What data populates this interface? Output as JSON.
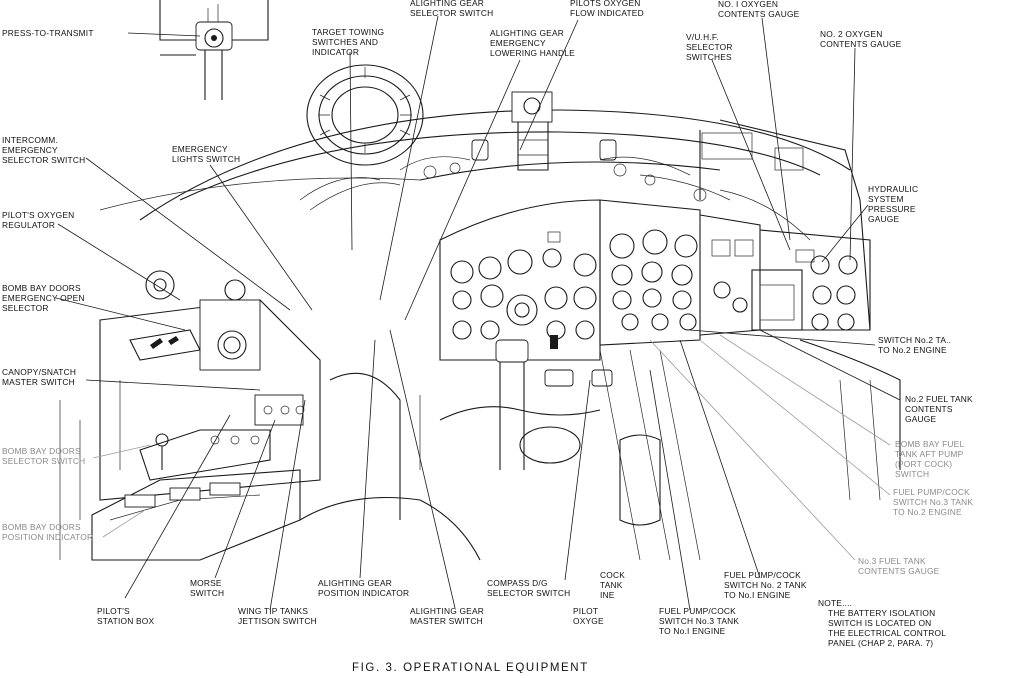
{
  "figure": {
    "caption": "FIG. 3. OPERATIONAL EQUIPMENT"
  },
  "labels": {
    "press_to_transmit": "PRESS-TO-TRANSMIT",
    "target_towing": [
      "TARGET TOWING",
      "SWITCHES AND",
      "INDICATOR"
    ],
    "alighting_gear_selector": [
      "ALIGHTING GEAR",
      "SELECTOR SWITCH"
    ],
    "alighting_gear_emergency": [
      "ALIGHTING GEAR",
      "EMERGENCY",
      "LOWERING HANDLE"
    ],
    "pilots_oxygen_flow": [
      "PILOTS OXYGEN",
      "FLOW INDICATED"
    ],
    "vuhf_selector": [
      "V/U.H.F.",
      "SELECTOR",
      "SWITCHES"
    ],
    "no1_oxygen": [
      "NO. I OXYGEN",
      "CONTENTS GAUGE"
    ],
    "no2_oxygen": [
      "NO. 2 OXYGEN",
      "CONTENTS GAUGE"
    ],
    "intercomm": [
      "INTERCOMM.",
      "EMERGENCY",
      "SELECTOR SWITCH"
    ],
    "emergency_lights": [
      "EMERGENCY",
      "LIGHTS SWITCH"
    ],
    "pilots_oxygen_regulator": [
      "PILOT'S OXYGEN",
      "REGULATOR"
    ],
    "hydraulic_pressure": [
      "HYDRAULIC",
      "SYSTEM",
      "PRESSURE",
      "GAUGE"
    ],
    "bomb_bay_emergency": [
      "BOMB BAY DOORS",
      "EMERGENCY OPEN",
      "SELECTOR"
    ],
    "switch_no2_tank": [
      "SWITCH No.2 TA..",
      "TO No.2 ENGINE"
    ],
    "canopy_snatch": [
      "CANOPY/SNATCH",
      "MASTER SWITCH"
    ],
    "no2_fuel_tank": [
      "No.2 FUEL TANK",
      "CONTENTS",
      "GAUGE"
    ],
    "bomb_bay_fuel_pump": [
      "BOMB BAY FUEL",
      "TANK AFT PUMP",
      "(PORT COCK)",
      "SWITCH"
    ],
    "bomb_bay_selector": [
      "BOMB BAY DOORS",
      "SELECTOR SWITCH"
    ],
    "fuel_pump_cock_no3_no2": [
      "FUEL PUMP/COCK",
      "SWITCH No.3 TANK",
      "TO No.2 ENGINE"
    ],
    "bomb_bay_position": [
      "BOMB BAY DOORS",
      "POSITION INDICATOR"
    ],
    "no3_fuel_tank": [
      "No.3 FUEL TANK",
      "CONTENTS GAUGE"
    ],
    "morse_switch": [
      "MORSE",
      "SWITCH"
    ],
    "alighting_gear_position": [
      "ALIGHTING GEAR",
      "POSITION INDICATOR"
    ],
    "compass_dg": [
      "COMPASS D/G",
      "SELECTOR SWITCH"
    ],
    "cock_tank_line": [
      "COCK",
      "TANK",
      "INE"
    ],
    "fuel_pump_cock_no2_no1": [
      "FUEL PUMP/COCK",
      "SWITCH No. 2 TANK",
      "TO No.I ENGINE"
    ],
    "pilots_station_box": [
      "PILOT'S",
      "STATION BOX"
    ],
    "wing_tip_tanks": [
      "WING TIP TANKS",
      "JETTISON SWITCH"
    ],
    "alighting_gear_master": [
      "ALIGHTING GEAR",
      "MASTER SWITCH"
    ],
    "pilot_oxyge": [
      "PILOT",
      "OXYGE"
    ],
    "fuel_pump_cock_no3_no1": [
      "FUEL PUMP/COCK",
      "SWITCH No.3 TANK",
      "TO No.I ENGINE"
    ],
    "note": [
      "NOTE....",
      "THE BATTERY ISOLATION",
      "SWITCH IS LOCATED ON",
      "THE ELECTRICAL CONTROL",
      "PANEL (CHAP 2, PARA. 7)"
    ]
  },
  "colors": {
    "ink": "#1a1a1a",
    "faded_label": "#8a8a8a",
    "paper": "#ffffff"
  }
}
